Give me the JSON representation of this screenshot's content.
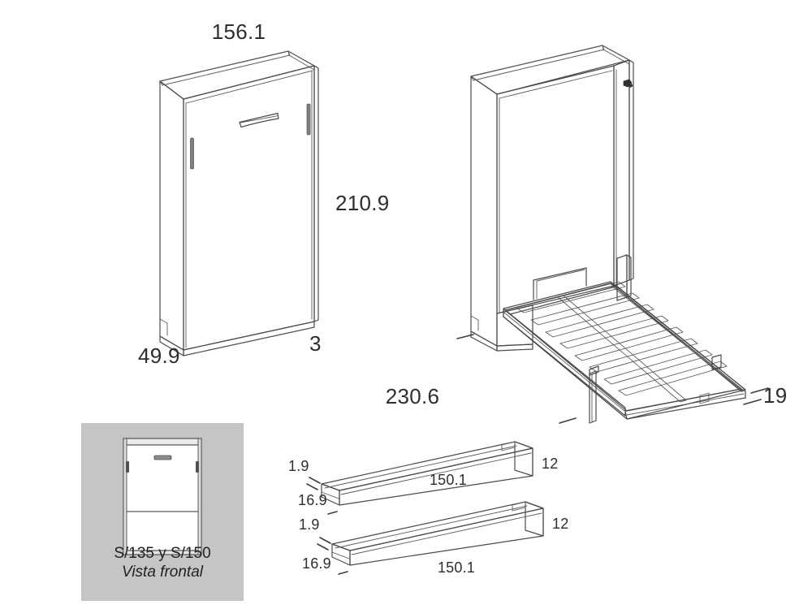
{
  "document": {
    "type": "furniture-technical-drawing",
    "background_color": "#ffffff",
    "line_color": "#4a4a4a",
    "fill_light": "#d3d4d6",
    "fill_mid": "#c8c9cb",
    "fill_dark": "#bcbdbf",
    "fill_edge": "#a9aaac",
    "inset_background": "#c4c5c7"
  },
  "views": {
    "closed": {
      "name": "closed-wardrobe-bed",
      "dimensions": {
        "width": "156.1",
        "height": "210.9",
        "depth": "49.9",
        "panel_thickness": "3"
      }
    },
    "open": {
      "name": "open-wall-bed",
      "dimensions": {
        "length": "230.6",
        "foot_detail": "19"
      }
    },
    "rails": [
      {
        "name": "side-rail-upper",
        "top_thickness": "1.9",
        "profile_height": "16.9",
        "length": "150.1",
        "end_height": "12"
      },
      {
        "name": "side-rail-lower",
        "top_thickness": "1.9",
        "profile_height": "16.9",
        "length": "150.1",
        "end_height": "12"
      }
    ]
  },
  "inset": {
    "name": "front-view-inset",
    "title": "S/135 y S/150",
    "subtitle": "Vista frontal",
    "background_color": "#c4c5c7"
  },
  "labels": {
    "width_156": "156.1",
    "height_210": "210.9",
    "depth_499": "49.9",
    "thickness_3": "3",
    "length_2306": "230.6",
    "foot_19": "19",
    "rail1_t": "1.9",
    "rail1_h": "16.9",
    "rail1_len": "150.1",
    "rail1_end": "12",
    "rail2_t": "1.9",
    "rail2_h": "16.9",
    "rail2_len": "150.1",
    "rail2_end": "12"
  }
}
